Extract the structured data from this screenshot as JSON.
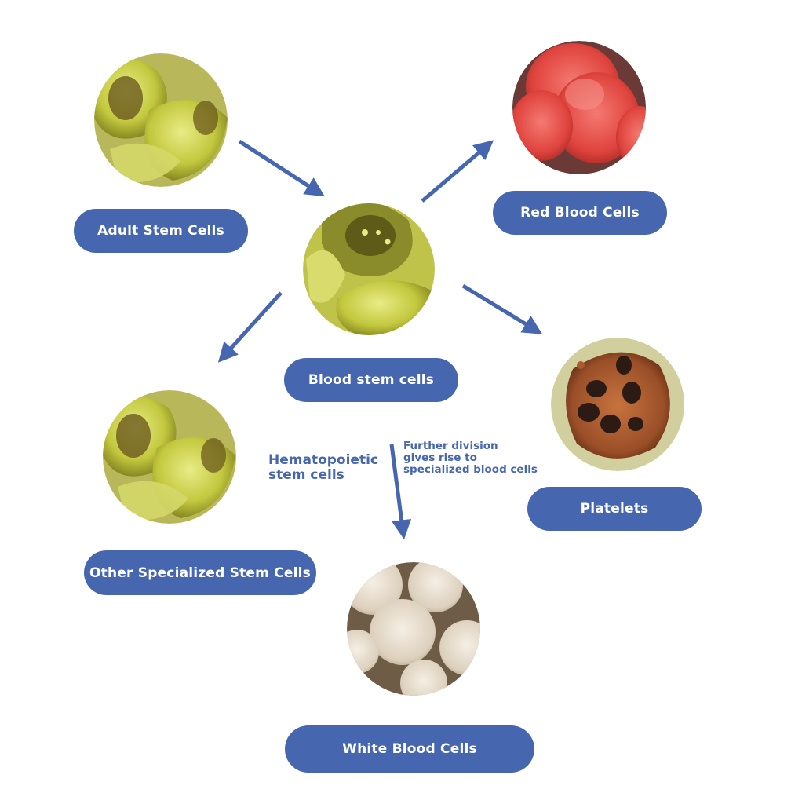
{
  "labels": {
    "adult_stem_cells": "Adult Stem Cells",
    "blood_stem_cells": "Blood stem cells",
    "red_blood_cells": "Red Blood Cells",
    "platelets": "Platelets",
    "other_specialized": "Other Specialized Stem Cells",
    "white_blood_cells": "White Blood Cells"
  },
  "annotations": {
    "hematopoietic_line1": "Hematopoietic",
    "hematopoietic_line2": "stem cells",
    "further_line1": "Further division",
    "further_line2": "gives rise to",
    "further_line3": "specialized blood cells"
  },
  "colors": {
    "accent": "#4666b0",
    "label_text": "#ffffff",
    "stem_cell": "#c9cf4a",
    "red_cell": "#e85550",
    "platelet": "#b56a3a",
    "white_cell": "#e6ddd0"
  }
}
